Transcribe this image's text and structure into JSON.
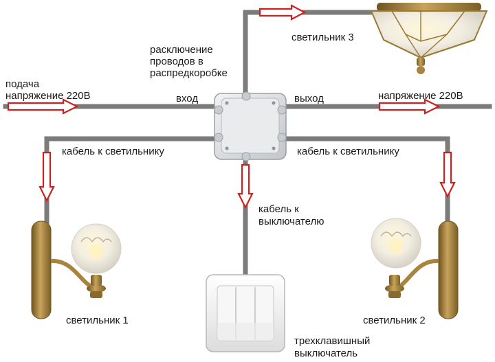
{
  "labels": {
    "supply_line1": "подача",
    "supply_line2": "напряжение 220В",
    "junction_line1": "расключение",
    "junction_line2": "проводов в",
    "junction_line3": "распредкоробке",
    "input": "вход",
    "output": "выход",
    "output_voltage": "напряжение 220В",
    "lamp3": "светильник 3",
    "cable_left": "кабель к светильнику",
    "cable_right": "кабель к светильнику",
    "cable_switch_line1": "кабель к",
    "cable_switch_line2": "выключателю",
    "lamp1": "светильник 1",
    "lamp2": "светильник 2",
    "switch_line1": "трехклавишный",
    "switch_line2": "выключатель"
  },
  "colors": {
    "wire": "#7b7b7b",
    "arrow": "#d01f1f",
    "brass": "#a8843f",
    "box": "#d9dcdf",
    "text": "#1a1a1a"
  },
  "icons": [
    "junction-box",
    "ceiling-lamp",
    "wall-sconce",
    "triple-switch"
  ]
}
